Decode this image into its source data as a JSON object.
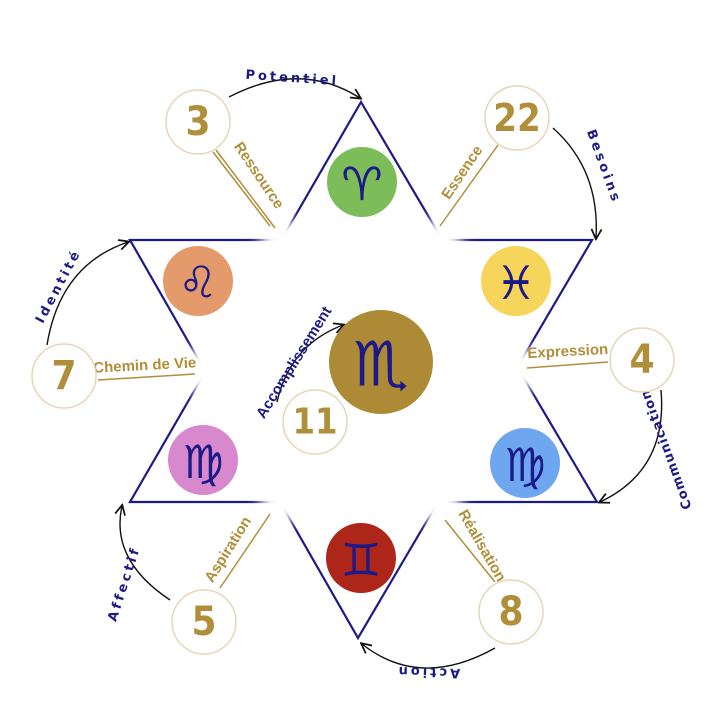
{
  "colors": {
    "navy": "#1c1a86",
    "gold": "#b08f3a",
    "cream": "#e8d5b5"
  },
  "signs": {
    "aries": {
      "glyph": "♈︎",
      "color": "#7cbd5a"
    },
    "leo": {
      "glyph": "♌︎",
      "color": "#e49a6a"
    },
    "pisces": {
      "glyph": "♓︎",
      "color": "#f6d55a"
    },
    "virgo_left": {
      "glyph": "♍︎",
      "color": "#d888cc"
    },
    "virgo_right": {
      "glyph": "♍︎",
      "color": "#6ea6f0"
    },
    "gemini": {
      "glyph": "♊︎",
      "color": "#ae2519"
    },
    "scorpio": {
      "glyph": "♏︎",
      "color": "#ad8a35"
    }
  },
  "numbers": {
    "n3": "3",
    "n22": "22",
    "n7": "7",
    "n4": "4",
    "n11": "11",
    "n5": "5",
    "n8": "8"
  },
  "gold_labels": {
    "ressource": "Ressource",
    "essence": "Essence",
    "chemin": "Chemin de Vie",
    "expression": "Expression",
    "aspiration": "Aspiration",
    "realisation": "Réalisation"
  },
  "arrow_labels": {
    "potentiel": "Potentiel",
    "besoins": "Besoins",
    "identite": "Identité",
    "communication": "Communication",
    "affectif": "Affectif",
    "action": "Action",
    "accomplissement": "Accomplissement"
  }
}
